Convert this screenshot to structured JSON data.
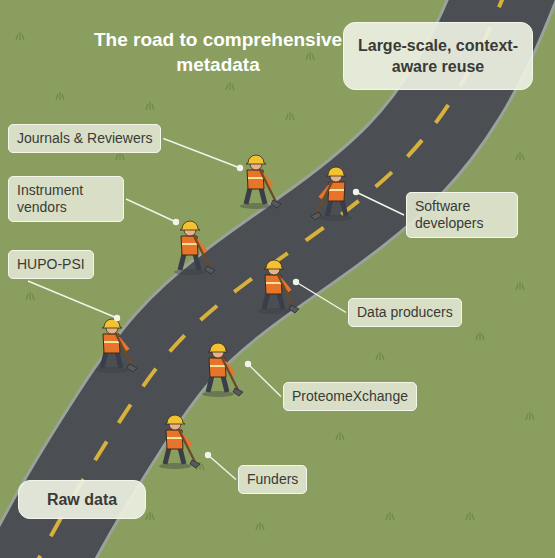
{
  "diagram": {
    "title": "The road to comprehensive metadata",
    "nodes": [
      {
        "text": [
          "Large-scale, context-aware reuse"
        ]
      },
      {
        "text": [
          "Journals & Reviewers"
        ]
      },
      {
        "text": [
          "Instrument vendors"
        ]
      },
      {
        "text": [
          "Software developers"
        ]
      },
      {
        "text": [
          "HUPO-PSI"
        ]
      },
      {
        "text": [
          "Data producers"
        ]
      },
      {
        "text": [
          "ProteomeXchange"
        ]
      },
      {
        "text": [
          "Funders"
        ]
      },
      {
        "text": [
          "Raw data"
        ]
      }
    ]
  }
}
